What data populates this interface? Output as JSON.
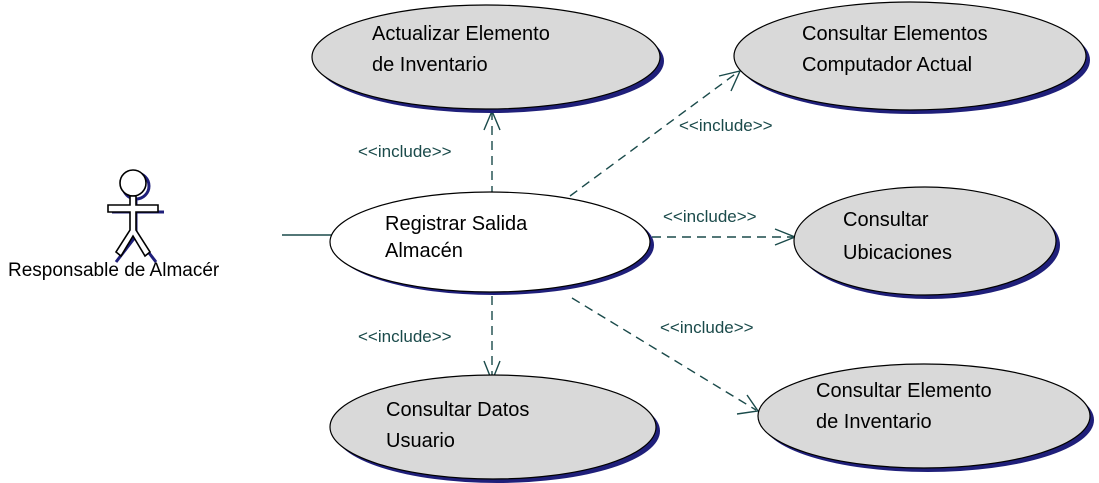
{
  "actor": {
    "name": "Responsable de Almacér"
  },
  "main_use_case": {
    "lines": [
      "Registrar Salida",
      "Almacén"
    ]
  },
  "included_use_cases": [
    {
      "id": "actualizar",
      "lines": [
        "Actualizar Elemento",
        "de Inventario"
      ]
    },
    {
      "id": "computador",
      "lines": [
        "Consultar Elementos",
        "Computador Actual"
      ]
    },
    {
      "id": "ubicaciones",
      "lines": [
        "Consultar",
        "Ubicaciones"
      ]
    },
    {
      "id": "elemento",
      "lines": [
        "Consultar Elemento",
        "de Inventario"
      ]
    },
    {
      "id": "usuario",
      "lines": [
        "Consultar Datos",
        "Usuario"
      ]
    }
  ],
  "relationships": [
    {
      "to": "actualizar",
      "label": "<<include>>"
    },
    {
      "to": "computador",
      "label": "<<include>>"
    },
    {
      "to": "ubicaciones",
      "label": "<<include>>"
    },
    {
      "to": "elemento",
      "label": "<<include>>"
    },
    {
      "to": "usuario",
      "label": "<<include>>"
    }
  ],
  "colors": {
    "use_case_fill": "#d9d9d9",
    "use_case_shadow": "#1f1f7a",
    "main_fill": "#ffffff",
    "connector": "#1a4a4a"
  }
}
